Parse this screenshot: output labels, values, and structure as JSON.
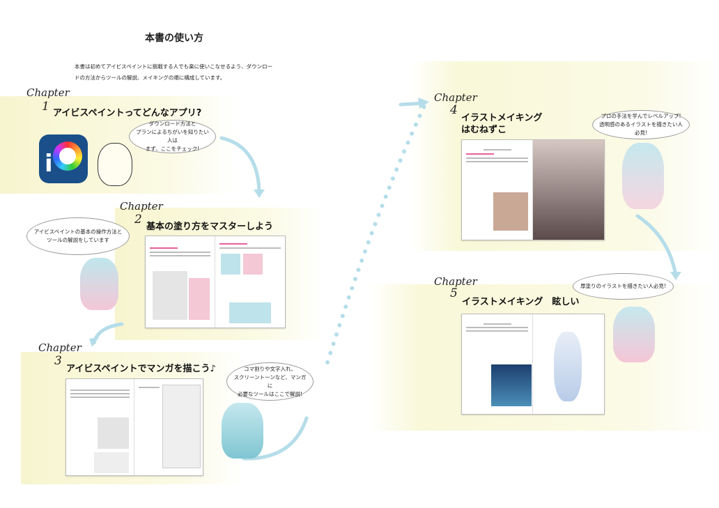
{
  "page_title": "本書の使い方",
  "intro": [
    "本書は初めてアイビスペイントに挑戦する人でも楽に使いこなせるよう、ダウンロー",
    "ドの方法からツールの解説、メイキングの順に構成しています。"
  ],
  "chapter_word": "Chapter",
  "chapters": [
    {
      "num": "1",
      "title": "アイビスペイントってどんなアプリ?",
      "bubble": [
        "ダウンロード方法と",
        "プランによるちがいを知りたい人は",
        "まず、ここをチェック!"
      ]
    },
    {
      "num": "2",
      "title": "基本の塗り方をマスターしよう",
      "bubble": [
        "アイビスペイントの基本の操作方法と",
        "ツールの解説をしています"
      ]
    },
    {
      "num": "3",
      "title": "アイビスペイントでマンガを描こう♪",
      "bubble": [
        "コマ割りや文字入れ、",
        "スクリーントーンなど、マンガに",
        "必要なツールはここで解説!"
      ]
    },
    {
      "num": "4",
      "title": [
        "イラストメイキング",
        "はむねずこ"
      ],
      "bubble": [
        "プロの手法を学んでレベルアップ!",
        "透明感のあるイラストを描きたい人必見!"
      ]
    },
    {
      "num": "5",
      "title": "イラストメイキング　眩しい",
      "bubble": [
        "厚塗りのイラストを描きたい人必見!"
      ]
    }
  ],
  "colors": {
    "band": "#f7f5cf",
    "arrow": "#b5dde9",
    "accent": "#e8609a"
  }
}
